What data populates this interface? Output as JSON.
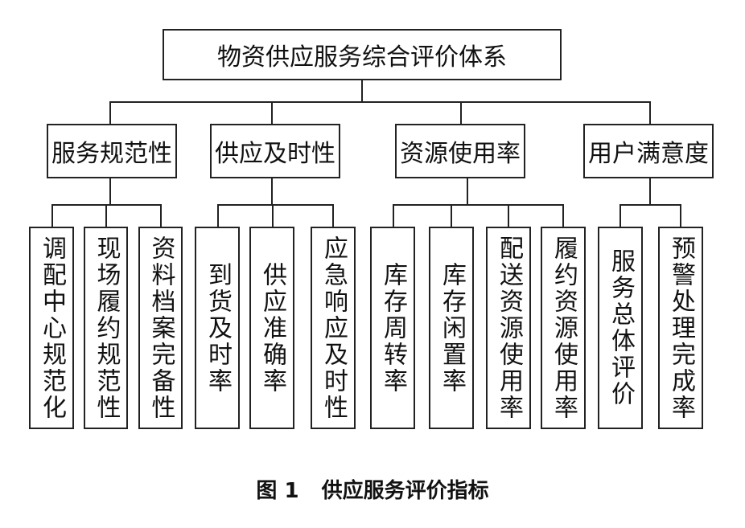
{
  "diagram": {
    "root": "物资供应服务综合评价体系",
    "categories": [
      {
        "label": "服务规范性",
        "children": [
          "调配中心规范化",
          "现场履约规范性",
          "资料档案完备性"
        ]
      },
      {
        "label": "供应及时性",
        "children": [
          "到货及时率",
          "供应准确率",
          "应急响应及时性"
        ]
      },
      {
        "label": "资源使用率",
        "children": [
          "库存周转率",
          "库存闲置率",
          "配送资源使用率",
          "履约资源使用率"
        ]
      },
      {
        "label": "用户满意度",
        "children": [
          "服务总体评价",
          "预警处理完成率"
        ]
      }
    ]
  },
  "caption": {
    "number": "图 1",
    "title": "供应服务评价指标"
  }
}
